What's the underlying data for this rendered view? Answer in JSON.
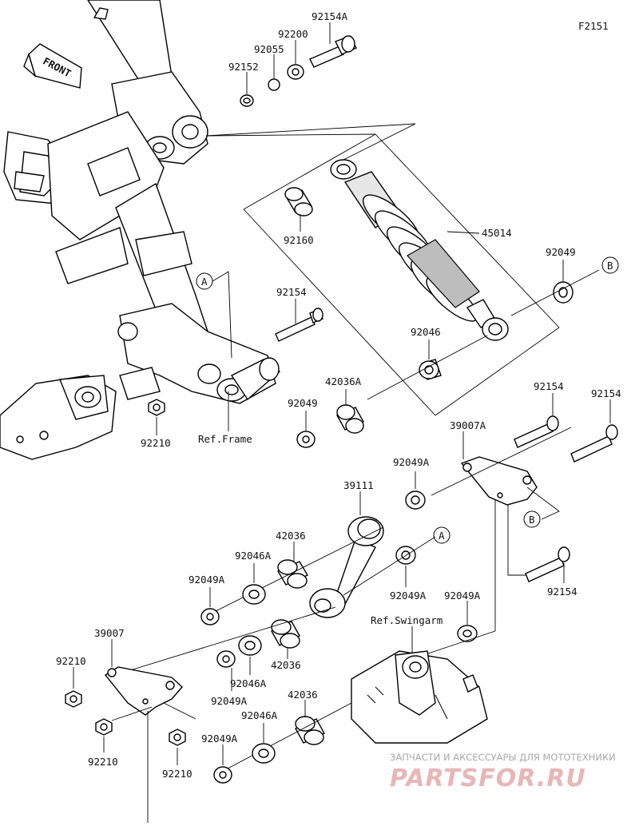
{
  "diagram_code": "F2151",
  "front_label": "FRONT",
  "ref_frame": "Ref.Frame",
  "ref_swingarm": "Ref.Swingarm",
  "callouts": {
    "A": "A",
    "B": "B"
  },
  "parts": {
    "p92154A": "92154A",
    "p92200": "92200",
    "p92055": "92055",
    "p92152": "92152",
    "p92160": "92160",
    "p45014": "45014",
    "p92049_top": "92049",
    "p92154_left": "92154",
    "p92046": "92046",
    "p42036A": "42036A",
    "p92049_mid": "92049",
    "p92210_top": "92210",
    "p39007A": "39007A",
    "p92154_r1": "92154",
    "p92154_r2": "92154",
    "p92049A_1": "92049A",
    "p39111": "39111",
    "p42036_1": "42036",
    "p92046A_1": "92046A",
    "p92049A_2": "92049A",
    "p92049A_3": "92049A",
    "p92049A_4": "92049A",
    "p92154_r3": "92154",
    "p39007": "39007",
    "p92210_l1": "92210",
    "p42036_2": "42036",
    "p92046A_2": "92046A",
    "p92049A_5": "92049A",
    "p42036_3": "42036",
    "p92046A_3": "92046A",
    "p92210_l2": "92210",
    "p92210_l3": "92210",
    "p92049A_6": "92049A"
  },
  "watermark": {
    "tagline": "ЗАПЧАСТИ И АКСЕССУАРЫ ДЛЯ МОТОТЕХНИКИ",
    "brand": "PARTSFOR.RU"
  }
}
